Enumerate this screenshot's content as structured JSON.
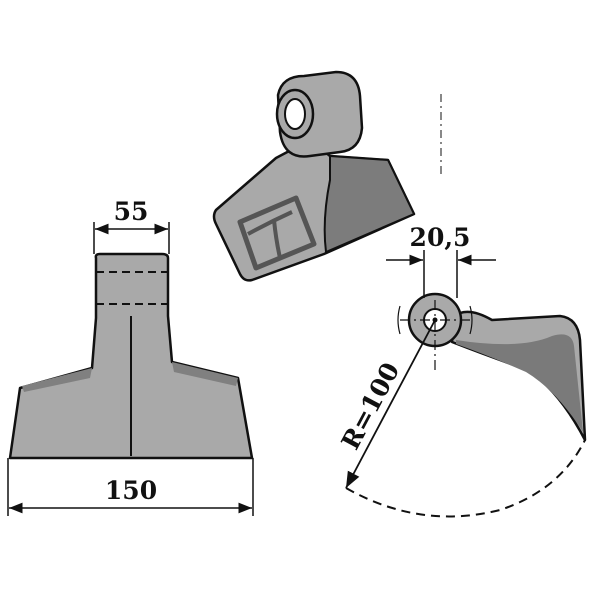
{
  "dimensions": {
    "top_width": "55",
    "base_width": "150",
    "hole_width": "20,5",
    "radius": "R=100"
  },
  "colors": {
    "part_fill": "#a9a9a9",
    "part_dark": "#7c7c7c",
    "outline": "#111111"
  }
}
